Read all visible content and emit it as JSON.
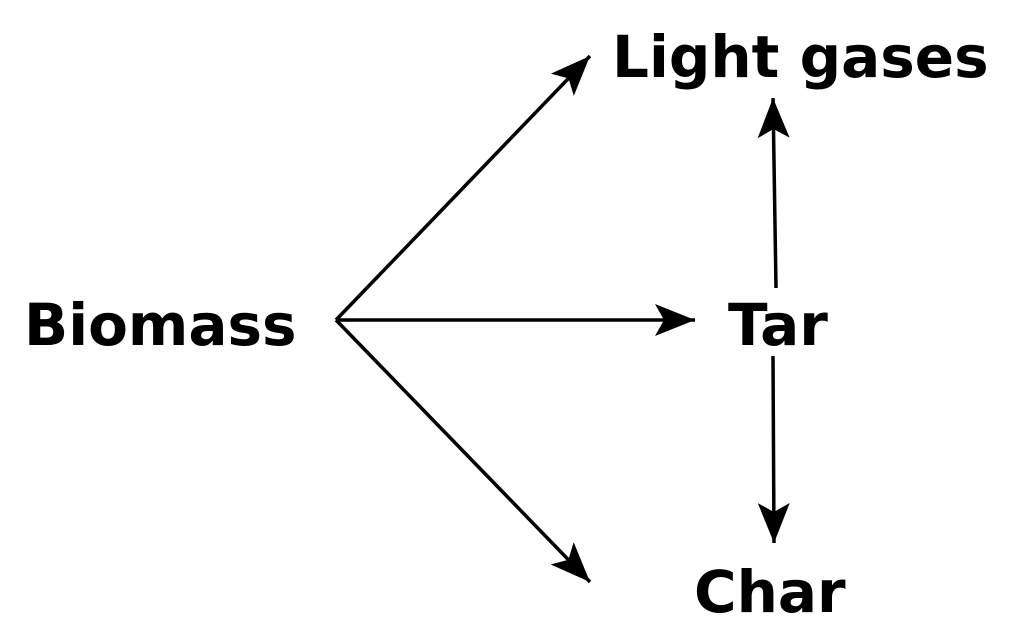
{
  "nodes": {
    "biomass": "Biomass",
    "light_gases": "Light gases",
    "tar": "Tar",
    "char": "Char"
  },
  "colors": {
    "ink": "#000000",
    "background": "#ffffff"
  }
}
